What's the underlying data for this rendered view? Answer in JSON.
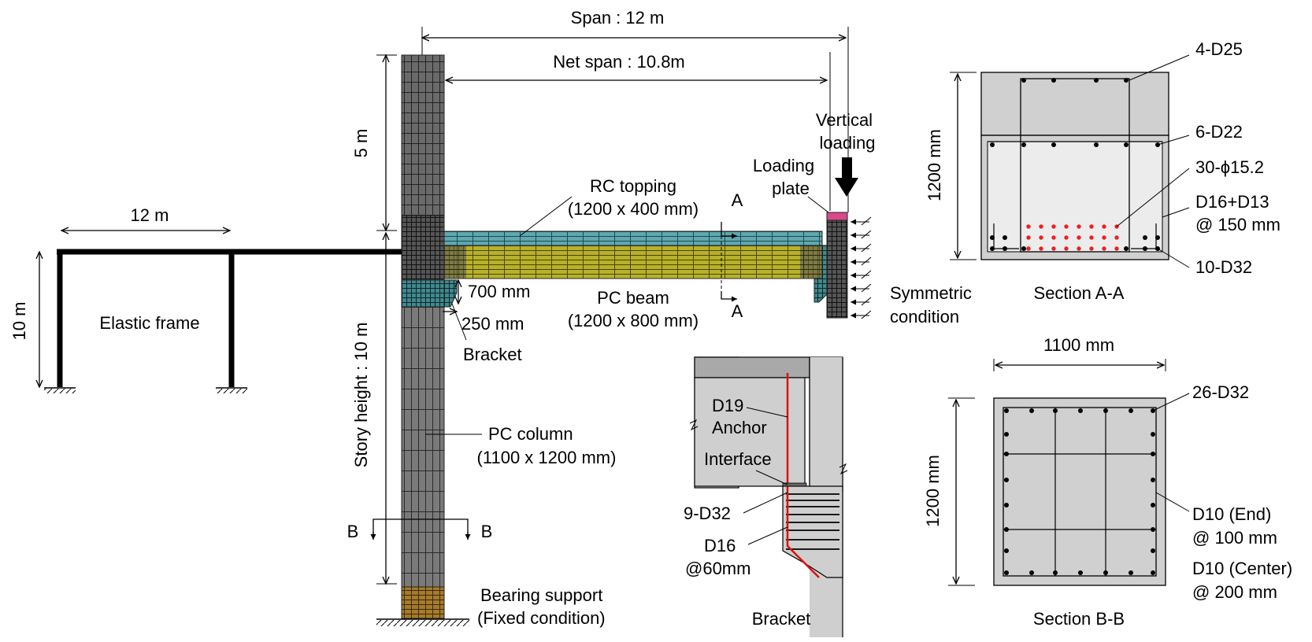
{
  "frame": {
    "title": "Elastic frame",
    "width": "12 m",
    "height": "10 m"
  },
  "column": {
    "upper": "5 m",
    "story": "Story height : 10 m",
    "name": "PC column",
    "size": "(1100 x 1200 mm)",
    "support1": "Bearing support",
    "support2": "(Fixed condition)"
  },
  "beam": {
    "span": "Span : 12 m",
    "netspan": "Net span : 10.8m",
    "topping1": "RC topping",
    "topping2": "(1200 x 400 mm)",
    "pc1": "PC beam",
    "pc2": "(1200 x 800 mm)",
    "d700": "700 mm",
    "d250": "250 mm",
    "bracket": "Bracket"
  },
  "loading": {
    "vert1": "Vertical",
    "vert2": "loading",
    "plate1": "Loading",
    "plate2": "plate",
    "sym1": "Symmetric",
    "sym2": "condition"
  },
  "cuts": {
    "a": "A",
    "b": "B"
  },
  "bracketDetail": {
    "d19": "D19",
    "anchor": "Anchor",
    "interface": "Interface",
    "d32": "9-D32",
    "d16": "D16",
    "d16s": "@60mm",
    "title": "Bracket"
  },
  "sectionA": {
    "title": "Section A-A",
    "height": "1200 mm",
    "r1": "4-D25",
    "r2": "6-D22",
    "r3": "30-ϕ15.2",
    "r4": "D16+D13",
    "r4s": "@ 150 mm",
    "r5": "10-D32"
  },
  "sectionB": {
    "title": "Section B-B",
    "width": "1100 mm",
    "height": "1200 mm",
    "r1": "26-D32",
    "r2": "D10 (End)",
    "r2s": "@ 100 mm",
    "r3": "D10 (Center)",
    "r3s": "@ 200 mm"
  }
}
